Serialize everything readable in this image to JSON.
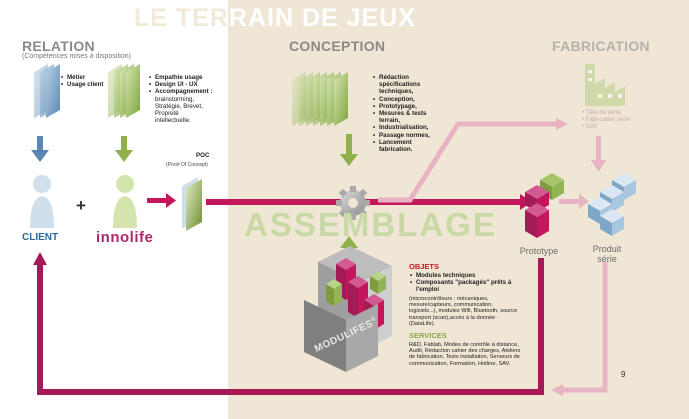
{
  "title": {
    "part1": "LE TER",
    "part2": "RAIN DE JEUX"
  },
  "relation": {
    "title": "RELATION",
    "subtitle": "(Compétences mises à disposition)",
    "list1": [
      "Métier",
      "Usage client"
    ],
    "list2_bullets": [
      "Empathie usage",
      "Design UI - UX",
      "Accompagnement :"
    ],
    "list2_details": "brainstorming, Stratégie, Brevet, Propreté intellectuelle.",
    "poc_label": "POC",
    "poc_sub": "(Proof Of Concept)",
    "client_label": "CLIENT",
    "plus": "+",
    "logo": "innolife"
  },
  "conception": {
    "title": "CONCEPTION",
    "items": [
      "Rédaction spécifications techniques,",
      "Conception,",
      "Prototypage,",
      "Mesures & tests terrain,",
      "Industrialisation,",
      "Passage normes,",
      "Lancement fabrication."
    ]
  },
  "fabrication": {
    "title": "FABRICATION",
    "items": [
      "Tête de série,",
      "Fabrication série",
      "SAV"
    ]
  },
  "assemblage": "ASSEMBLAGE",
  "prototype_label": "Prototype",
  "produit_label": [
    "Produit",
    "série"
  ],
  "box_label": "MODULIFES",
  "box_tm": "®",
  "objets": {
    "title": "OBJETS",
    "items": [
      "Modules techniques",
      "Composants \"packagés\" prêts à l'emploi"
    ],
    "details": "(microcontrôleurs : mécaniques, mesure/capteurs, communication, logiciels...), modules Wifi, Bluetooth, source transport (scan),accès à la donnée (DataLife)."
  },
  "services": {
    "title": "SERVICES",
    "text": "R&D, Fablab, Modes de contrôle à distance, Audit, Rédaction cahier des charges, Ateliers de fabrication, Tests installation, Serveurs de communication, Formation, Hotline, SAV."
  },
  "page_number": "9",
  "colors": {
    "sand": "#efe6d6",
    "magenta": "#c2185b",
    "pink_light": "#e8a9bd",
    "green": "#8fb04a",
    "blue": "#4d7ea8",
    "steel": "#6b8fad"
  }
}
